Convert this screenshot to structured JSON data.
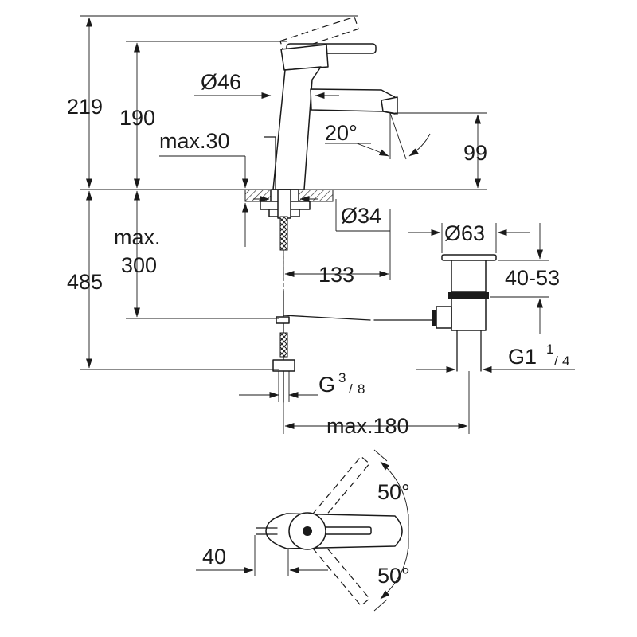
{
  "dimensions": {
    "total_height": "219",
    "spout_height": "190",
    "body_diameter": "Ø46",
    "max_thickness": "max.30",
    "spout_angle": "20°",
    "spout_outlet_height": "99",
    "hole_diameter": "Ø34",
    "drain_diameter": "Ø63",
    "max_300_line1": "max.",
    "max_300_line2": "300",
    "reach": "133",
    "drain_height_range": "40-53",
    "below_height": "485",
    "connection_g_main": "G",
    "connection_g_num": "3",
    "connection_g_den": "8",
    "drain_thread_main": "G1",
    "drain_thread_num": "1",
    "drain_thread_den": "4",
    "max_180": "max.180",
    "handle_offset": "40",
    "rotation_top": "50°",
    "rotation_bottom": "50°"
  }
}
